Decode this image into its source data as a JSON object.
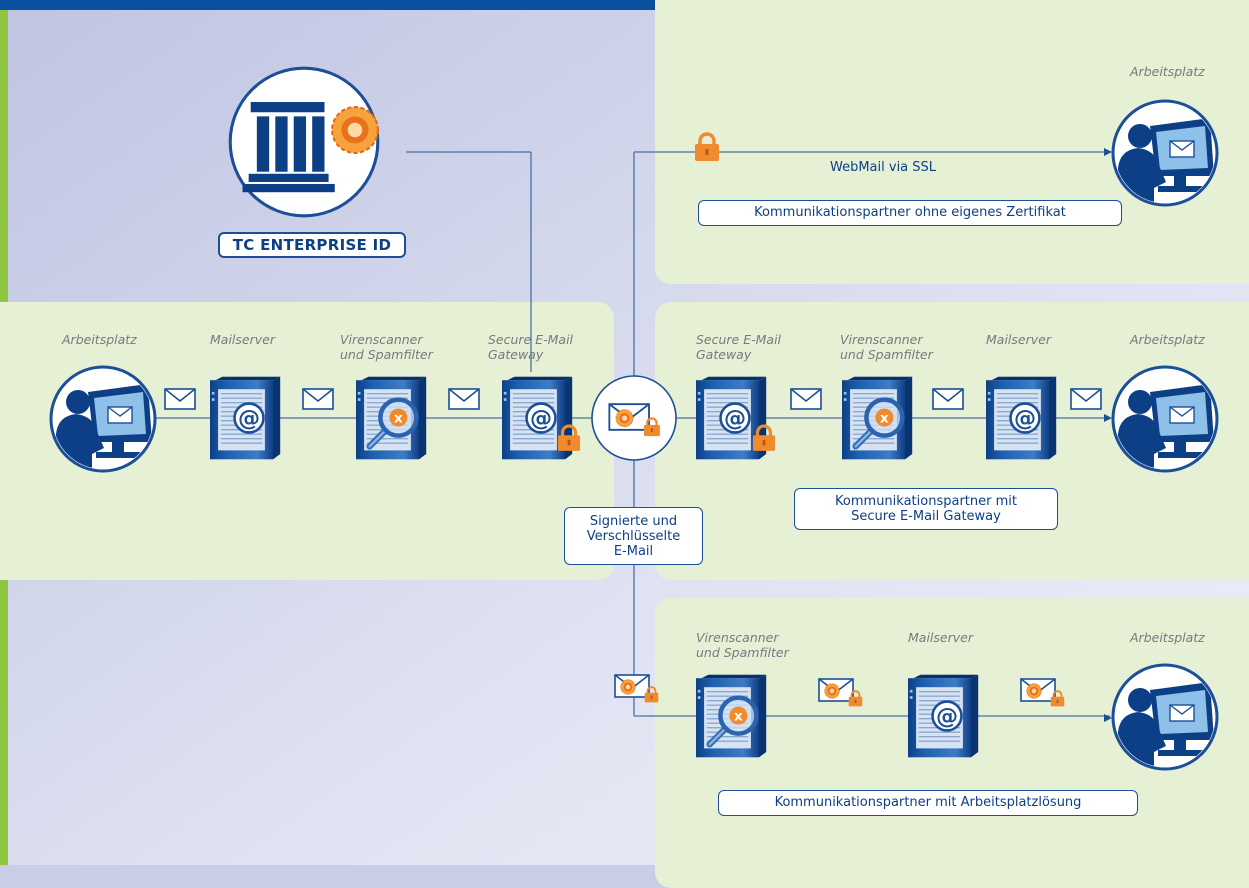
{
  "colors": {
    "navy": "#0b4fa0",
    "green": "#8ec63f",
    "panel": "#e6f0d5",
    "orange": "#f08a2c",
    "grey_text": "#777a80"
  },
  "enterprise": {
    "label": "TC ENTERPRISE ID"
  },
  "sender": {
    "workstation": "Arbeitsplatz",
    "mailserver": "Mailserver",
    "scanner": "Virenscanner\nund Spamfilter",
    "gateway": "Secure E-Mail\nGateway"
  },
  "hub": {
    "label": "Signierte und\nVerschlüsselte\nE-Mail"
  },
  "webmail": {
    "workstation": "Arbeitsplatz",
    "link_label": "WebMail via SSL",
    "box": "Kommunikationspartner ohne eigenes Zertifikat"
  },
  "gateway_partner": {
    "gateway": "Secure E-Mail\nGateway",
    "scanner": "Virenscanner\nund Spamfilter",
    "mailserver": "Mailserver",
    "workstation": "Arbeitsplatz",
    "box": "Kommunikationspartner mit\nSecure E-Mail Gateway"
  },
  "client_partner": {
    "scanner": "Virenscanner\nund Spamfilter",
    "mailserver": "Mailserver",
    "workstation": "Arbeitsplatz",
    "box": "Kommunikationspartner mit Arbeitsplatzlösung"
  },
  "icons": [
    "bank-icon",
    "certificate-seal-icon",
    "person-workstation-icon",
    "server-icon",
    "at-sign-icon",
    "magnifier-icon",
    "virus-x-icon",
    "lock-icon",
    "envelope-icon",
    "signed-envelope-icon"
  ]
}
